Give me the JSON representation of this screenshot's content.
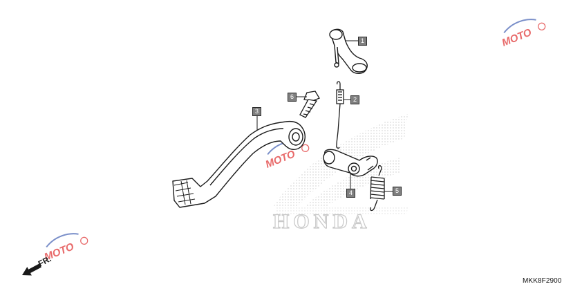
{
  "diagram": {
    "code": "MKK8F2900",
    "direction_label": "FR.",
    "brand_watermark": "HONDA",
    "site_watermark": "MOTO",
    "callouts": [
      {
        "id": "1",
        "label": "1",
        "part": "shift-arm"
      },
      {
        "id": "2",
        "label": "2",
        "part": "brake-light-switch-spring"
      },
      {
        "id": "3",
        "label": "3",
        "part": "brake-pedal"
      },
      {
        "id": "4",
        "label": "4",
        "part": "brake-pedal-arm"
      },
      {
        "id": "5",
        "label": "5",
        "part": "return-spring"
      },
      {
        "id": "6",
        "label": "6",
        "part": "bolt"
      }
    ]
  },
  "colors": {
    "line": "#1a1a1a",
    "callout_fill": "#7f7f7f",
    "watermark_dots": "#d0d0d0",
    "site_watermark_red": "#e86a6a",
    "site_watermark_blue": "#7a8fc9"
  }
}
